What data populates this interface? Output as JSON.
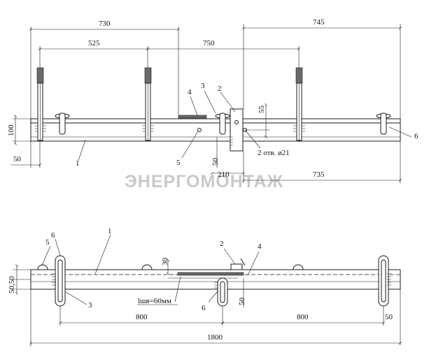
{
  "watermark": "ЭНЕРГОМОНТАЖ",
  "top_view": {
    "dims": {
      "d730": "730",
      "d745": "745",
      "d525": "525",
      "d750": "750",
      "d55": "55",
      "d100": "100",
      "d50_left": "50",
      "d50_mid": "50",
      "d210": "210",
      "d735": "735",
      "holes": "2 отв. ø21"
    },
    "callouts": {
      "c1": "1",
      "c2": "2",
      "c3": "3",
      "c4": "4",
      "c5": "5",
      "c6": "6"
    }
  },
  "bottom_view": {
    "dims": {
      "d30": "30",
      "d50_50": "50,50",
      "d800_left": "800",
      "d800_right": "800",
      "d50_right": "50",
      "d50_mid": "50",
      "d1800": "1800",
      "weld_label": "lшв=60мм"
    },
    "callouts": {
      "c1": "1",
      "c2": "2",
      "c3": "3",
      "c4": "4",
      "c5": "5",
      "c6_top": "6",
      "c6_bottom": "6"
    }
  }
}
